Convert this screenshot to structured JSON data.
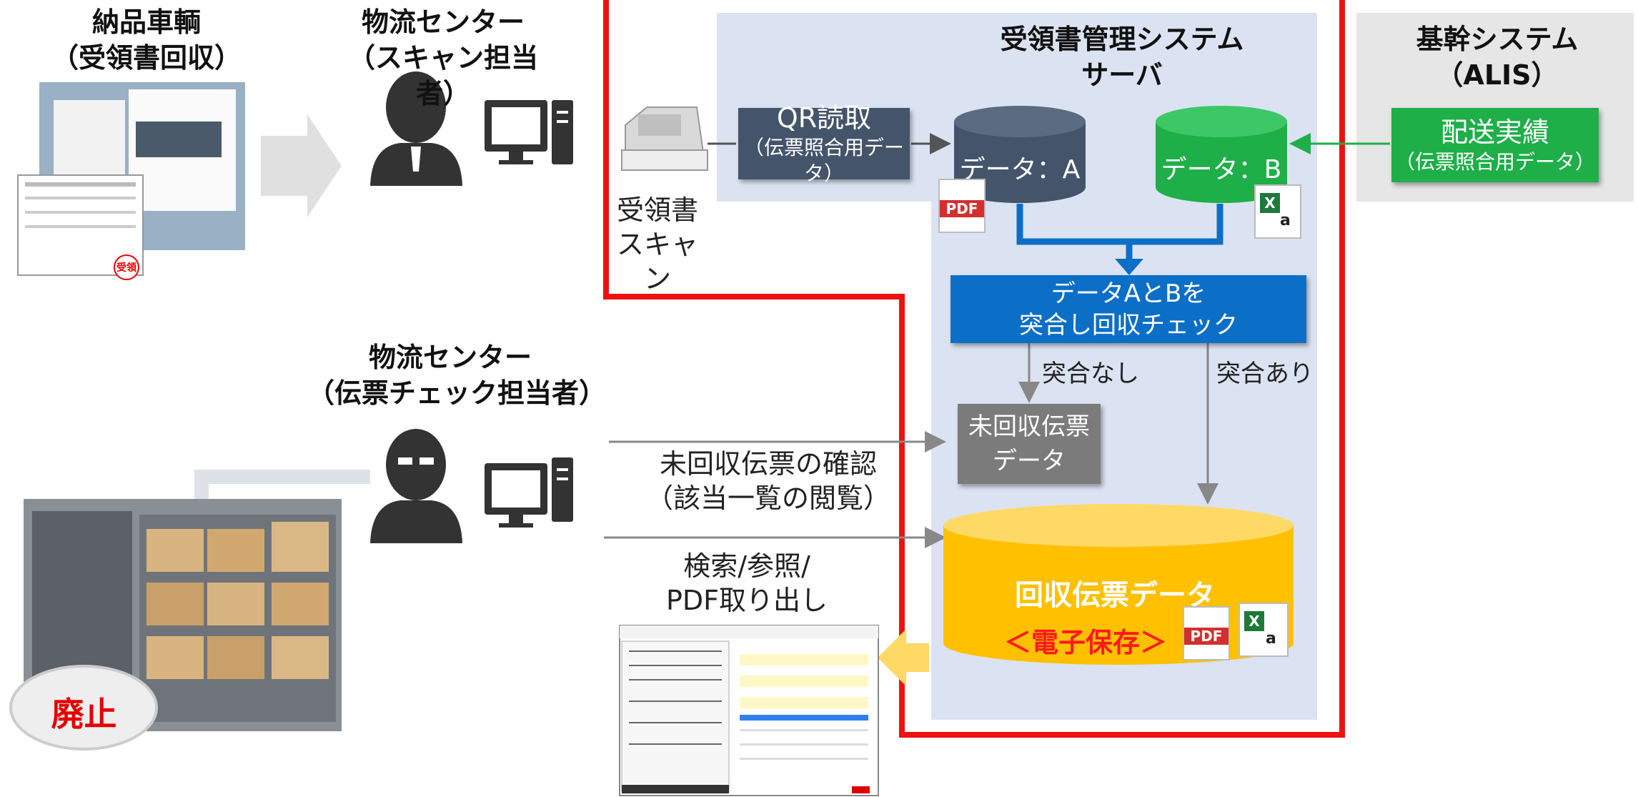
{
  "labels": {
    "vehicle_title_1": "納品車輌",
    "vehicle_title_2": "（受領書回収）",
    "scan_title_1": "物流センター",
    "scan_title_2": "（スキャン担当者）",
    "check_title_1": "物流センター",
    "check_title_2": "（伝票チェック担当者）",
    "server_title_1": "受領書管理システム",
    "server_title_2": "サーバ",
    "core_title_1": "基幹システム",
    "core_title_2": "（ALIS）",
    "scan_caption_1": "受領書",
    "scan_caption_2": "スキャン",
    "unmatched_label": "突合なし",
    "matched_label": "突合あり",
    "confirm_1": "未回収伝票の確認",
    "confirm_2": "（該当一覧の閲覧）",
    "search_1": "検索/参照/",
    "search_2": "PDF取り出し",
    "abolish": "廃止",
    "stamp": "受領"
  },
  "boxes": {
    "qr_main": "QR読取",
    "qr_sub": "（伝票照合用データ）",
    "delivery_main": "配送実績",
    "delivery_sub": "（伝票照合用データ）",
    "match_1": "データAとBを",
    "match_2": "突合し回収チェック",
    "uncollected_1": "未回収伝票",
    "uncollected_2": "データ"
  },
  "cylinders": {
    "data_a": "データ：A",
    "data_b": "データ：B",
    "collected_main": "回収伝票データ",
    "collected_sub": "＜電子保存＞"
  },
  "icons": {
    "pdf": "PDF",
    "excel_x": "X",
    "excel_a": "a"
  },
  "colors": {
    "dark_box": "#44546a",
    "green": "#1eaf48",
    "blue": "#0c6fc7",
    "gray_box": "#7b7b7b",
    "gold": "#ffc000",
    "red_frame": "#ee1111",
    "server_bg": "#dbe3f2",
    "core_bg": "#e6e6e6"
  }
}
